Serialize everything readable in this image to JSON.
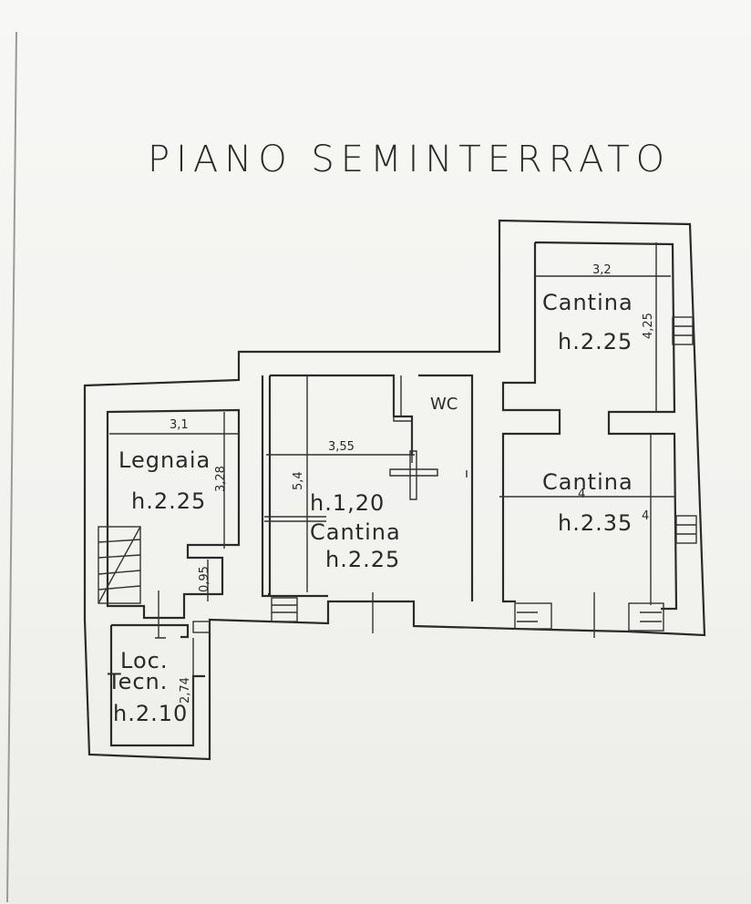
{
  "title": "PIANO SEMINTERRATO",
  "rooms": {
    "legnaia": {
      "name": "Legnaia",
      "height": "h.2.25"
    },
    "loc_tecn": {
      "name1": "Loc.",
      "name2": "Tecn.",
      "height": "h.2.10"
    },
    "cantina_centrale": {
      "name": "Cantina",
      "height": "h.2.25",
      "extra_height": "h.1,20"
    },
    "wc": {
      "name": "WC"
    },
    "cantina_alta": {
      "name": "Cantina",
      "height": "h.2.25"
    },
    "cantina_bassa": {
      "name": "Cantina",
      "height": "h.2.35"
    }
  },
  "dimensions": {
    "legnaia_width": "3,1",
    "legnaia_depth": "3,28",
    "legnaia_step": "0,95",
    "loc_tecn_depth": "2,74",
    "cantina_centrale_width": "3,55",
    "cantina_centrale_depth": "5,4",
    "cantina_alta_width": "3,2",
    "cantina_alta_depth": "4,25",
    "cantina_bassa_width": "4",
    "cantina_bassa_depth": "4"
  },
  "colors": {
    "line": "#2a2a2a",
    "paper": "#f4f4f2"
  }
}
